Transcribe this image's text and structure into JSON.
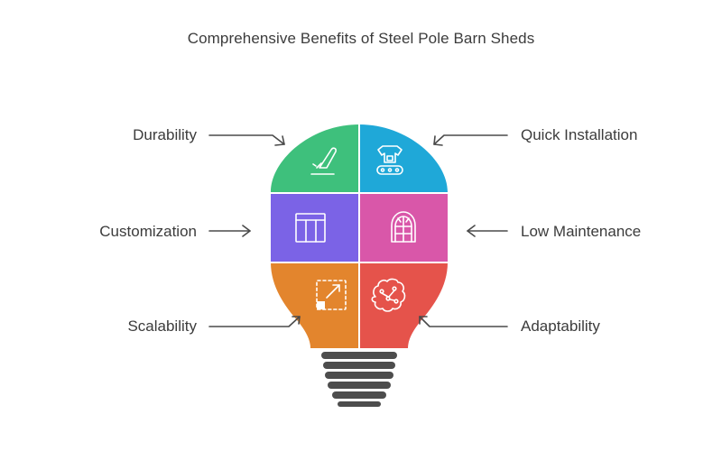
{
  "title": "Comprehensive Benefits of Steel Pole Barn Sheds",
  "benefits": [
    {
      "label": "Durability",
      "side": "left",
      "color": "#3ec07c",
      "icon": "knife-icon"
    },
    {
      "label": "Quick Installation",
      "side": "right",
      "color": "#1fa8d8",
      "icon": "conveyor-robot-icon"
    },
    {
      "label": "Customization",
      "side": "left",
      "color": "#7b63e6",
      "icon": "layout-grid-icon"
    },
    {
      "label": "Low Maintenance",
      "side": "right",
      "color": "#d957a9",
      "icon": "arched-window-icon"
    },
    {
      "label": "Scalability",
      "side": "left",
      "color": "#e3852d",
      "icon": "resize-icon"
    },
    {
      "label": "Adaptability",
      "side": "right",
      "color": "#e5534b",
      "icon": "brain-icon"
    }
  ],
  "base_color": "#4d4d4d",
  "arrow_color": "#4a4a4a"
}
